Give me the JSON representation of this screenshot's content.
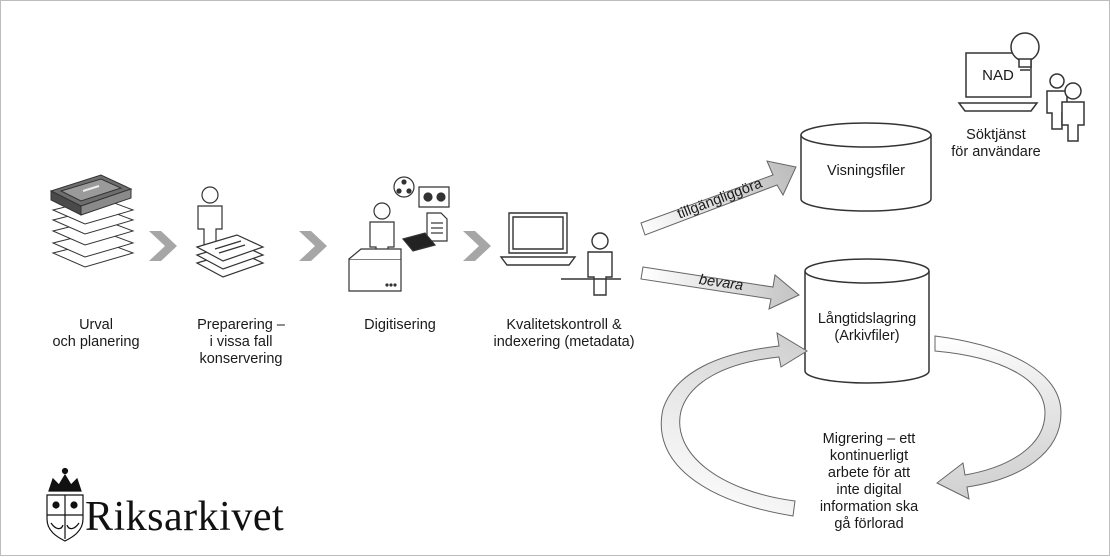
{
  "steps": [
    {
      "label": "Urval\noch planering"
    },
    {
      "label": "Preparering –\ni vissa fall\nkonservering"
    },
    {
      "label": "Digitisering"
    },
    {
      "label": "Kvalitetskontroll &\nindexering (metadata)"
    }
  ],
  "storage": {
    "access_files": "Visningsfiler",
    "long_term": "Långtidslagring\n(Arkivfiler)"
  },
  "arrows": {
    "make_available": "tillgängliggöra",
    "preserve": "bevara"
  },
  "search_service": {
    "screen_text": "NAD",
    "label": "Söktjänst\nför användare"
  },
  "migration": {
    "label": "Migrering  – ett\nkontinuerligt\narbete för att\ninte digital\ninformation ska\ngå förlorad"
  },
  "logo": {
    "name": "Riksarkivet"
  }
}
